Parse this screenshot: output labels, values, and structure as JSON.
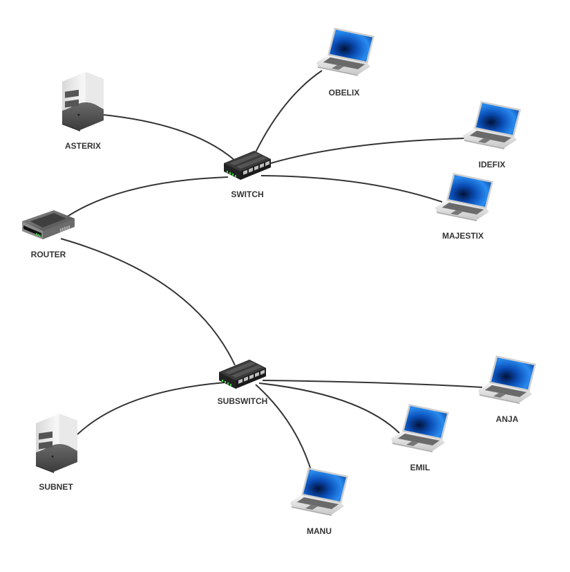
{
  "diagram": {
    "type": "network-topology",
    "nodes": [
      {
        "id": "asterix",
        "label": "ASTERIX",
        "kind": "server",
        "icon": "server-icon"
      },
      {
        "id": "router",
        "label": "ROUTER",
        "kind": "router",
        "icon": "router-icon"
      },
      {
        "id": "switch",
        "label": "SWITCH",
        "kind": "switch",
        "icon": "switch-icon"
      },
      {
        "id": "obelix",
        "label": "OBELIX",
        "kind": "laptop",
        "icon": "laptop-icon"
      },
      {
        "id": "idefix",
        "label": "IDEFIX",
        "kind": "laptop",
        "icon": "laptop-icon"
      },
      {
        "id": "majestix",
        "label": "MAJESTIX",
        "kind": "laptop",
        "icon": "laptop-icon"
      },
      {
        "id": "subswitch",
        "label": "SUBSWITCH",
        "kind": "switch",
        "icon": "switch-icon"
      },
      {
        "id": "subnet",
        "label": "SUBNET",
        "kind": "server",
        "icon": "server-icon"
      },
      {
        "id": "anja",
        "label": "ANJA",
        "kind": "laptop",
        "icon": "laptop-icon"
      },
      {
        "id": "emil",
        "label": "EMIL",
        "kind": "laptop",
        "icon": "laptop-icon"
      },
      {
        "id": "manu",
        "label": "MANU",
        "kind": "laptop",
        "icon": "laptop-icon"
      }
    ],
    "edges": [
      {
        "from": "asterix",
        "to": "switch"
      },
      {
        "from": "router",
        "to": "switch"
      },
      {
        "from": "switch",
        "to": "obelix"
      },
      {
        "from": "switch",
        "to": "idefix"
      },
      {
        "from": "switch",
        "to": "majestix"
      },
      {
        "from": "router",
        "to": "subswitch"
      },
      {
        "from": "subnet",
        "to": "subswitch"
      },
      {
        "from": "subswitch",
        "to": "anja"
      },
      {
        "from": "subswitch",
        "to": "emil"
      },
      {
        "from": "subswitch",
        "to": "manu"
      }
    ],
    "colors": {
      "edge": "#333333",
      "label": "#333333",
      "screen": "#1a6fd6",
      "device_dark": "#2b2b2b",
      "led": "#3ddc3d"
    }
  }
}
